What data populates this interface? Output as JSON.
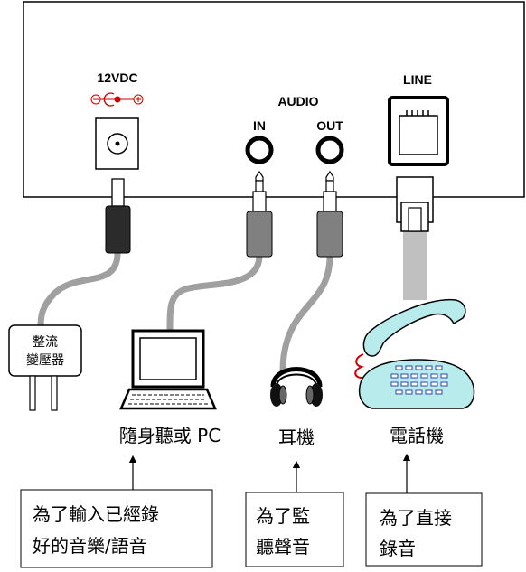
{
  "device": {
    "power_label": "12VDC",
    "audio_label": "AUDIO",
    "in_label": "IN",
    "out_label": "OUT",
    "line_label": "LINE"
  },
  "adapter": {
    "line1": "整流",
    "line2": "變壓器"
  },
  "devices": {
    "pc_label": "隨身聽或 PC",
    "headphones_label": "耳機",
    "phone_label": "電話機"
  },
  "notes": {
    "input": {
      "line1": "為了輸入已經錄",
      "line2": "好的音樂/語音"
    },
    "monitor": {
      "line1": "為了監",
      "line2": "聽聲音"
    },
    "record": {
      "line1": "為了直接",
      "line2": "錄音"
    }
  },
  "colors": {
    "cable_gray": "#a0a0a0",
    "plug_dark": "#2b2b2b",
    "plug_gray": "#808080",
    "phone_teal": "#b8ecec",
    "polarity_red": "#cc0000",
    "line_cable": "#c0c0c0"
  }
}
